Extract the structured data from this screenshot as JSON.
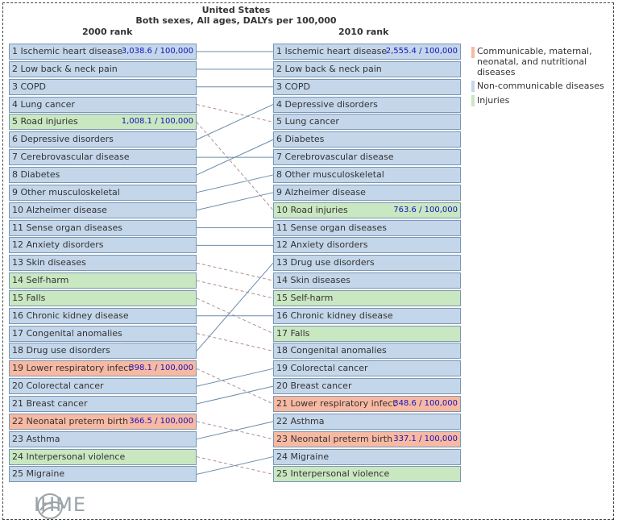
{
  "title_line1": "United States",
  "title_line2": "Both sexes, All ages, DALYs per 100,000",
  "col_left": "2000 rank",
  "col_right": "2010 rank",
  "colors": {
    "communicable": "#f8b9a3",
    "non_communicable": "#c4d6ea",
    "injuries": "#c9e7c1",
    "value_text": "#1313b8",
    "link_line": "#6b8cad",
    "link_dashed": "#b09090"
  },
  "legend": [
    {
      "category": "communicable",
      "label": "Communicable, maternal, neonatal, and nutritional diseases"
    },
    {
      "category": "non_communicable",
      "label": "Non-communicable diseases"
    },
    {
      "category": "injuries",
      "label": "Injuries"
    }
  ],
  "logo_text": "IHME",
  "chart_data": {
    "type": "table",
    "title": "United States",
    "subtitle": "Both sexes, All ages, DALYs per 100,000",
    "columns": [
      "2000 rank",
      "2010 rank"
    ],
    "rank_2000": [
      {
        "rank": 1,
        "cause": "Ischemic heart disease",
        "category": "non_communicable",
        "value": "3,038.6 / 100,000"
      },
      {
        "rank": 2,
        "cause": "Low back & neck pain",
        "category": "non_communicable"
      },
      {
        "rank": 3,
        "cause": "COPD",
        "category": "non_communicable"
      },
      {
        "rank": 4,
        "cause": "Lung cancer",
        "category": "non_communicable"
      },
      {
        "rank": 5,
        "cause": "Road injuries",
        "category": "injuries",
        "value": "1,008.1 / 100,000"
      },
      {
        "rank": 6,
        "cause": "Depressive disorders",
        "category": "non_communicable"
      },
      {
        "rank": 7,
        "cause": "Cerebrovascular disease",
        "category": "non_communicable"
      },
      {
        "rank": 8,
        "cause": "Diabetes",
        "category": "non_communicable"
      },
      {
        "rank": 9,
        "cause": "Other musculoskeletal",
        "category": "non_communicable"
      },
      {
        "rank": 10,
        "cause": "Alzheimer disease",
        "category": "non_communicable"
      },
      {
        "rank": 11,
        "cause": "Sense organ diseases",
        "category": "non_communicable"
      },
      {
        "rank": 12,
        "cause": "Anxiety disorders",
        "category": "non_communicable"
      },
      {
        "rank": 13,
        "cause": "Skin diseases",
        "category": "non_communicable"
      },
      {
        "rank": 14,
        "cause": "Self-harm",
        "category": "injuries"
      },
      {
        "rank": 15,
        "cause": "Falls",
        "category": "injuries"
      },
      {
        "rank": 16,
        "cause": "Chronic kidney disease",
        "category": "non_communicable"
      },
      {
        "rank": 17,
        "cause": "Congenital anomalies",
        "category": "non_communicable"
      },
      {
        "rank": 18,
        "cause": "Drug use disorders",
        "category": "non_communicable"
      },
      {
        "rank": 19,
        "cause": "Lower respiratory infect",
        "category": "communicable",
        "value": "398.1 / 100,000"
      },
      {
        "rank": 20,
        "cause": "Colorectal cancer",
        "category": "non_communicable"
      },
      {
        "rank": 21,
        "cause": "Breast cancer",
        "category": "non_communicable"
      },
      {
        "rank": 22,
        "cause": "Neonatal preterm birth",
        "category": "communicable",
        "value": "366.5 / 100,000"
      },
      {
        "rank": 23,
        "cause": "Asthma",
        "category": "non_communicable"
      },
      {
        "rank": 24,
        "cause": "Interpersonal violence",
        "category": "injuries"
      },
      {
        "rank": 25,
        "cause": "Migraine",
        "category": "non_communicable"
      }
    ],
    "rank_2010": [
      {
        "rank": 1,
        "cause": "Ischemic heart disease",
        "category": "non_communicable",
        "value": "2,555.4 / 100,000"
      },
      {
        "rank": 2,
        "cause": "Low back & neck pain",
        "category": "non_communicable"
      },
      {
        "rank": 3,
        "cause": "COPD",
        "category": "non_communicable"
      },
      {
        "rank": 4,
        "cause": "Depressive disorders",
        "category": "non_communicable"
      },
      {
        "rank": 5,
        "cause": "Lung cancer",
        "category": "non_communicable"
      },
      {
        "rank": 6,
        "cause": "Diabetes",
        "category": "non_communicable"
      },
      {
        "rank": 7,
        "cause": "Cerebrovascular disease",
        "category": "non_communicable"
      },
      {
        "rank": 8,
        "cause": "Other musculoskeletal",
        "category": "non_communicable"
      },
      {
        "rank": 9,
        "cause": "Alzheimer disease",
        "category": "non_communicable"
      },
      {
        "rank": 10,
        "cause": "Road injuries",
        "category": "injuries",
        "value": "763.6 / 100,000"
      },
      {
        "rank": 11,
        "cause": "Sense organ diseases",
        "category": "non_communicable"
      },
      {
        "rank": 12,
        "cause": "Anxiety disorders",
        "category": "non_communicable"
      },
      {
        "rank": 13,
        "cause": "Drug use disorders",
        "category": "non_communicable"
      },
      {
        "rank": 14,
        "cause": "Skin diseases",
        "category": "non_communicable"
      },
      {
        "rank": 15,
        "cause": "Self-harm",
        "category": "injuries"
      },
      {
        "rank": 16,
        "cause": "Chronic kidney disease",
        "category": "non_communicable"
      },
      {
        "rank": 17,
        "cause": "Falls",
        "category": "injuries"
      },
      {
        "rank": 18,
        "cause": "Congenital anomalies",
        "category": "non_communicable"
      },
      {
        "rank": 19,
        "cause": "Colorectal cancer",
        "category": "non_communicable"
      },
      {
        "rank": 20,
        "cause": "Breast cancer",
        "category": "non_communicable"
      },
      {
        "rank": 21,
        "cause": "Lower respiratory infect",
        "category": "communicable",
        "value": "348.6 / 100,000"
      },
      {
        "rank": 22,
        "cause": "Asthma",
        "category": "non_communicable"
      },
      {
        "rank": 23,
        "cause": "Neonatal preterm birth",
        "category": "communicable",
        "value": "337.1 / 100,000"
      },
      {
        "rank": 24,
        "cause": "Migraine",
        "category": "non_communicable"
      },
      {
        "rank": 25,
        "cause": "Interpersonal violence",
        "category": "injuries"
      }
    ]
  }
}
